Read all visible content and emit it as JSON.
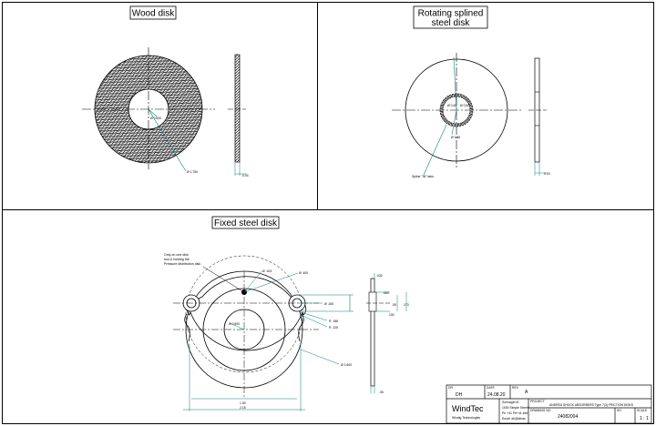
{
  "panels": {
    "wood_title": "Wood disk",
    "rotating_title_line1": "Rotating splined",
    "rotating_title_line2": "steel disk",
    "fixed_title": "Fixed steel disk"
  },
  "annotations": {
    "wood_dia_outer": "Ø 1.750",
    "wood_dia_inner": "Ø 0.500",
    "wood_thickness": "0.04",
    "rot_dia_outer": "Ø 1.66",
    "rot_spline_a": "Ø 0.45",
    "rot_spline_b": "Ø 0.50",
    "rot_thickness": "0.03",
    "rot_spline_note": "Spline \"36\" tabs",
    "fixed_note_line1": "Only on one disk",
    "fixed_note_line2": "tool & holding the",
    "fixed_note_line3": "Pressure distribution disk",
    "fixed_hole": "Ø .103",
    "fixed_circle": "Ø .400",
    "fixed_inner": "Ø 0.500",
    "fixed_ear_a": "Ø .150",
    "fixed_ear_b": "R .188",
    "fixed_ear_c": "R .125",
    "fixed_outer": "Ø 1.600",
    "fixed_width_a": "1.50",
    "fixed_width_b": "2.18",
    "side_t1": ".030",
    "side_t2": ".063",
    "side_t3": ".100",
    "side_t4": ".05",
    "side_t5": ".173",
    "side_t6": ".06"
  },
  "title_block": {
    "drawn_label": "DR",
    "drawn_value": "DH",
    "date_label": "DATE",
    "date_value": "24.08.20",
    "rev_label": "REV",
    "rev_value": "A",
    "company": "WindTec",
    "company_sub": "Windig Technologies",
    "address_line1": "Sonnagen 8",
    "address_line2": "1000 Simple Street",
    "address_line3": "Ph +41 Ph+41 ###",
    "address_line4": "Email: dh@ideas",
    "project_label": "PROJECT",
    "project_value": "ANDREA SHOCK ABSORBERS Type 7(3) FRICTION DISKS",
    "drawing_label": "DRAWING NO.",
    "drawing_value": "24082004",
    "sheet_label": "SH",
    "sheet_value": "",
    "scale_label": "SCALE",
    "scale_value": "1 : 1"
  }
}
